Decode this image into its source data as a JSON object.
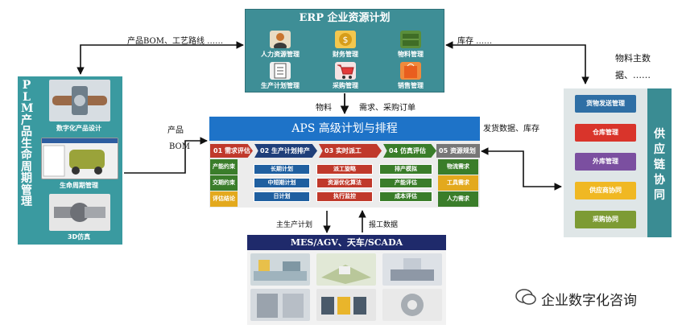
{
  "erp": {
    "title": "ERP  企业资源计划",
    "modules": [
      {
        "label": "人力资源管理",
        "icon": "person-icon",
        "color": "#e9dcc4"
      },
      {
        "label": "财务管理",
        "icon": "coin-icon",
        "color": "#f3c74e"
      },
      {
        "label": "物料管理",
        "icon": "crate-icon",
        "color": "#5a8e3b"
      },
      {
        "label": "生产计划管理",
        "icon": "document-icon",
        "color": "#f1f1f1"
      },
      {
        "label": "采购管理",
        "icon": "cart-icon",
        "color": "#e23a3a"
      },
      {
        "label": "销售管理",
        "icon": "sale-bag-icon",
        "color": "#f08a3c"
      }
    ]
  },
  "plm": {
    "title": "PLM产品生命周期管理",
    "panels": [
      {
        "label": "数字化产品设计",
        "icon": "valve-3d-icon"
      },
      {
        "label": "生命周期管理",
        "icon": "software-window-icon"
      },
      {
        "label": "3D仿真",
        "icon": "joint-3d-icon"
      }
    ]
  },
  "aps": {
    "title": "APS  高级计划与排程",
    "steps": [
      {
        "num": "01",
        "label": "需求评估",
        "color": "#c0392b"
      },
      {
        "num": "02",
        "label": "生产计划排产",
        "color": "#1f3f7a"
      },
      {
        "num": "03",
        "label": "实时派工",
        "color": "#c0392b"
      },
      {
        "num": "04",
        "label": "仿真评估",
        "color": "#3a7d2a"
      },
      {
        "num": "05",
        "label": "资源规划",
        "color": "#777777"
      }
    ],
    "demand": [
      "产能约束",
      "交期约束",
      "评估结论"
    ],
    "planning": [
      "长期计划",
      "中短期计划",
      "日计划"
    ],
    "dispatch": [
      "派工旋略",
      "资源优化算法",
      "执行监控"
    ],
    "simulation": [
      "排产模拟",
      "产能评估",
      "成本评估"
    ],
    "resources": [
      "物流需求",
      "工具需求",
      "人力需求"
    ]
  },
  "supply_chain": {
    "title": "供应链协同",
    "items": [
      {
        "label": "货物发送管理",
        "color": "#2f6fa5"
      },
      {
        "label": "仓库管理",
        "color": "#d9342b"
      },
      {
        "label": "外库管理",
        "color": "#7b4fa0"
      },
      {
        "label": "供应商协同",
        "color": "#f0b823"
      },
      {
        "label": "采购协同",
        "color": "#7d9b34"
      }
    ]
  },
  "mes": {
    "title": "MES/AGV、天车/SCADA",
    "pictures": [
      "factory-line-icon",
      "plant-layout-icon",
      "agv-robot-icon",
      "control-cabinet-icon",
      "plc-modules-icon",
      "bearing-machine-icon"
    ]
  },
  "labels": {
    "plm_erp": "产品BOM、工艺路线 ……",
    "erp_sc": "库存  ……",
    "sc_note_line1": "物料主数",
    "sc_note_line2": "据、……",
    "erp_aps_left": "物料",
    "erp_aps_right": "需求、采购订单",
    "plm_aps_line1": "产品",
    "plm_aps_line2": "BOM",
    "sc_aps": "发货数据、库存",
    "aps_mes_down": "主生产计划",
    "mes_aps_up": "报工数据"
  },
  "watermark": "企业数字化咨询"
}
